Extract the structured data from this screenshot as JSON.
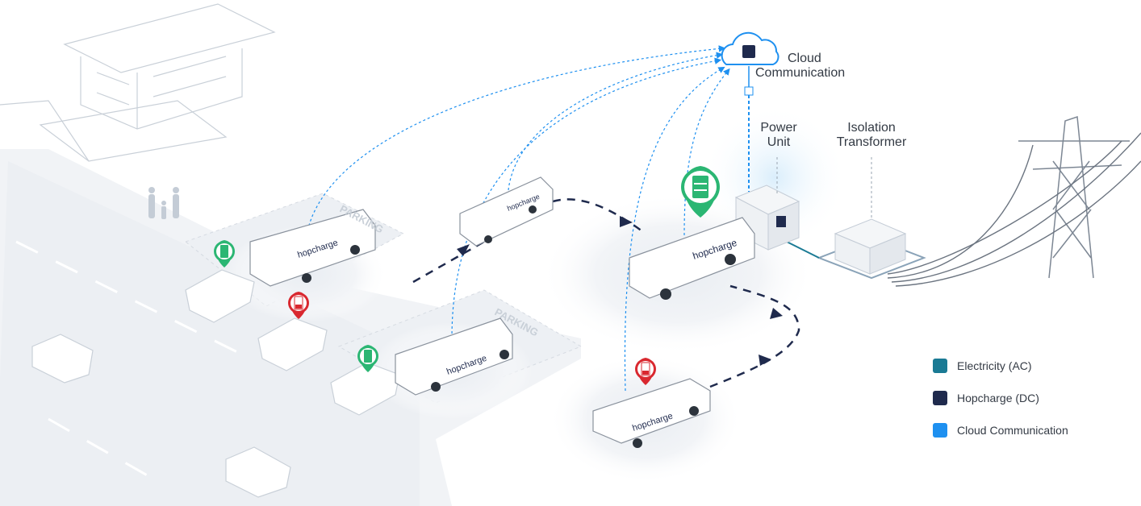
{
  "labels": {
    "cloud_line1": "Cloud",
    "cloud_line2": "Communication",
    "power_line1": "Power",
    "power_line2": "Unit",
    "iso_line1": "Isolation",
    "iso_line2": "Transformer",
    "parking_1": "PARKING",
    "parking_2": "PARKING",
    "van_brand": "hopcharge"
  },
  "legend": [
    {
      "label": "Electricity (AC)",
      "color": "#1a7a94"
    },
    {
      "label": "Hopcharge (DC)",
      "color": "#1f2a4d"
    },
    {
      "label": "Cloud Communication",
      "color": "#1e90f0"
    }
  ],
  "colors": {
    "battery_full": "#2bb673",
    "battery_low": "#d9282f",
    "dc_path": "#1f2a4d",
    "cloud_link": "#1e90f0",
    "ac_line": "#1a7a94"
  },
  "icons": [
    "cloud-icon",
    "battery-full-icon",
    "battery-low-icon",
    "van-icon",
    "car-icon",
    "transmission-tower-icon",
    "house-icon",
    "family-icon"
  ]
}
